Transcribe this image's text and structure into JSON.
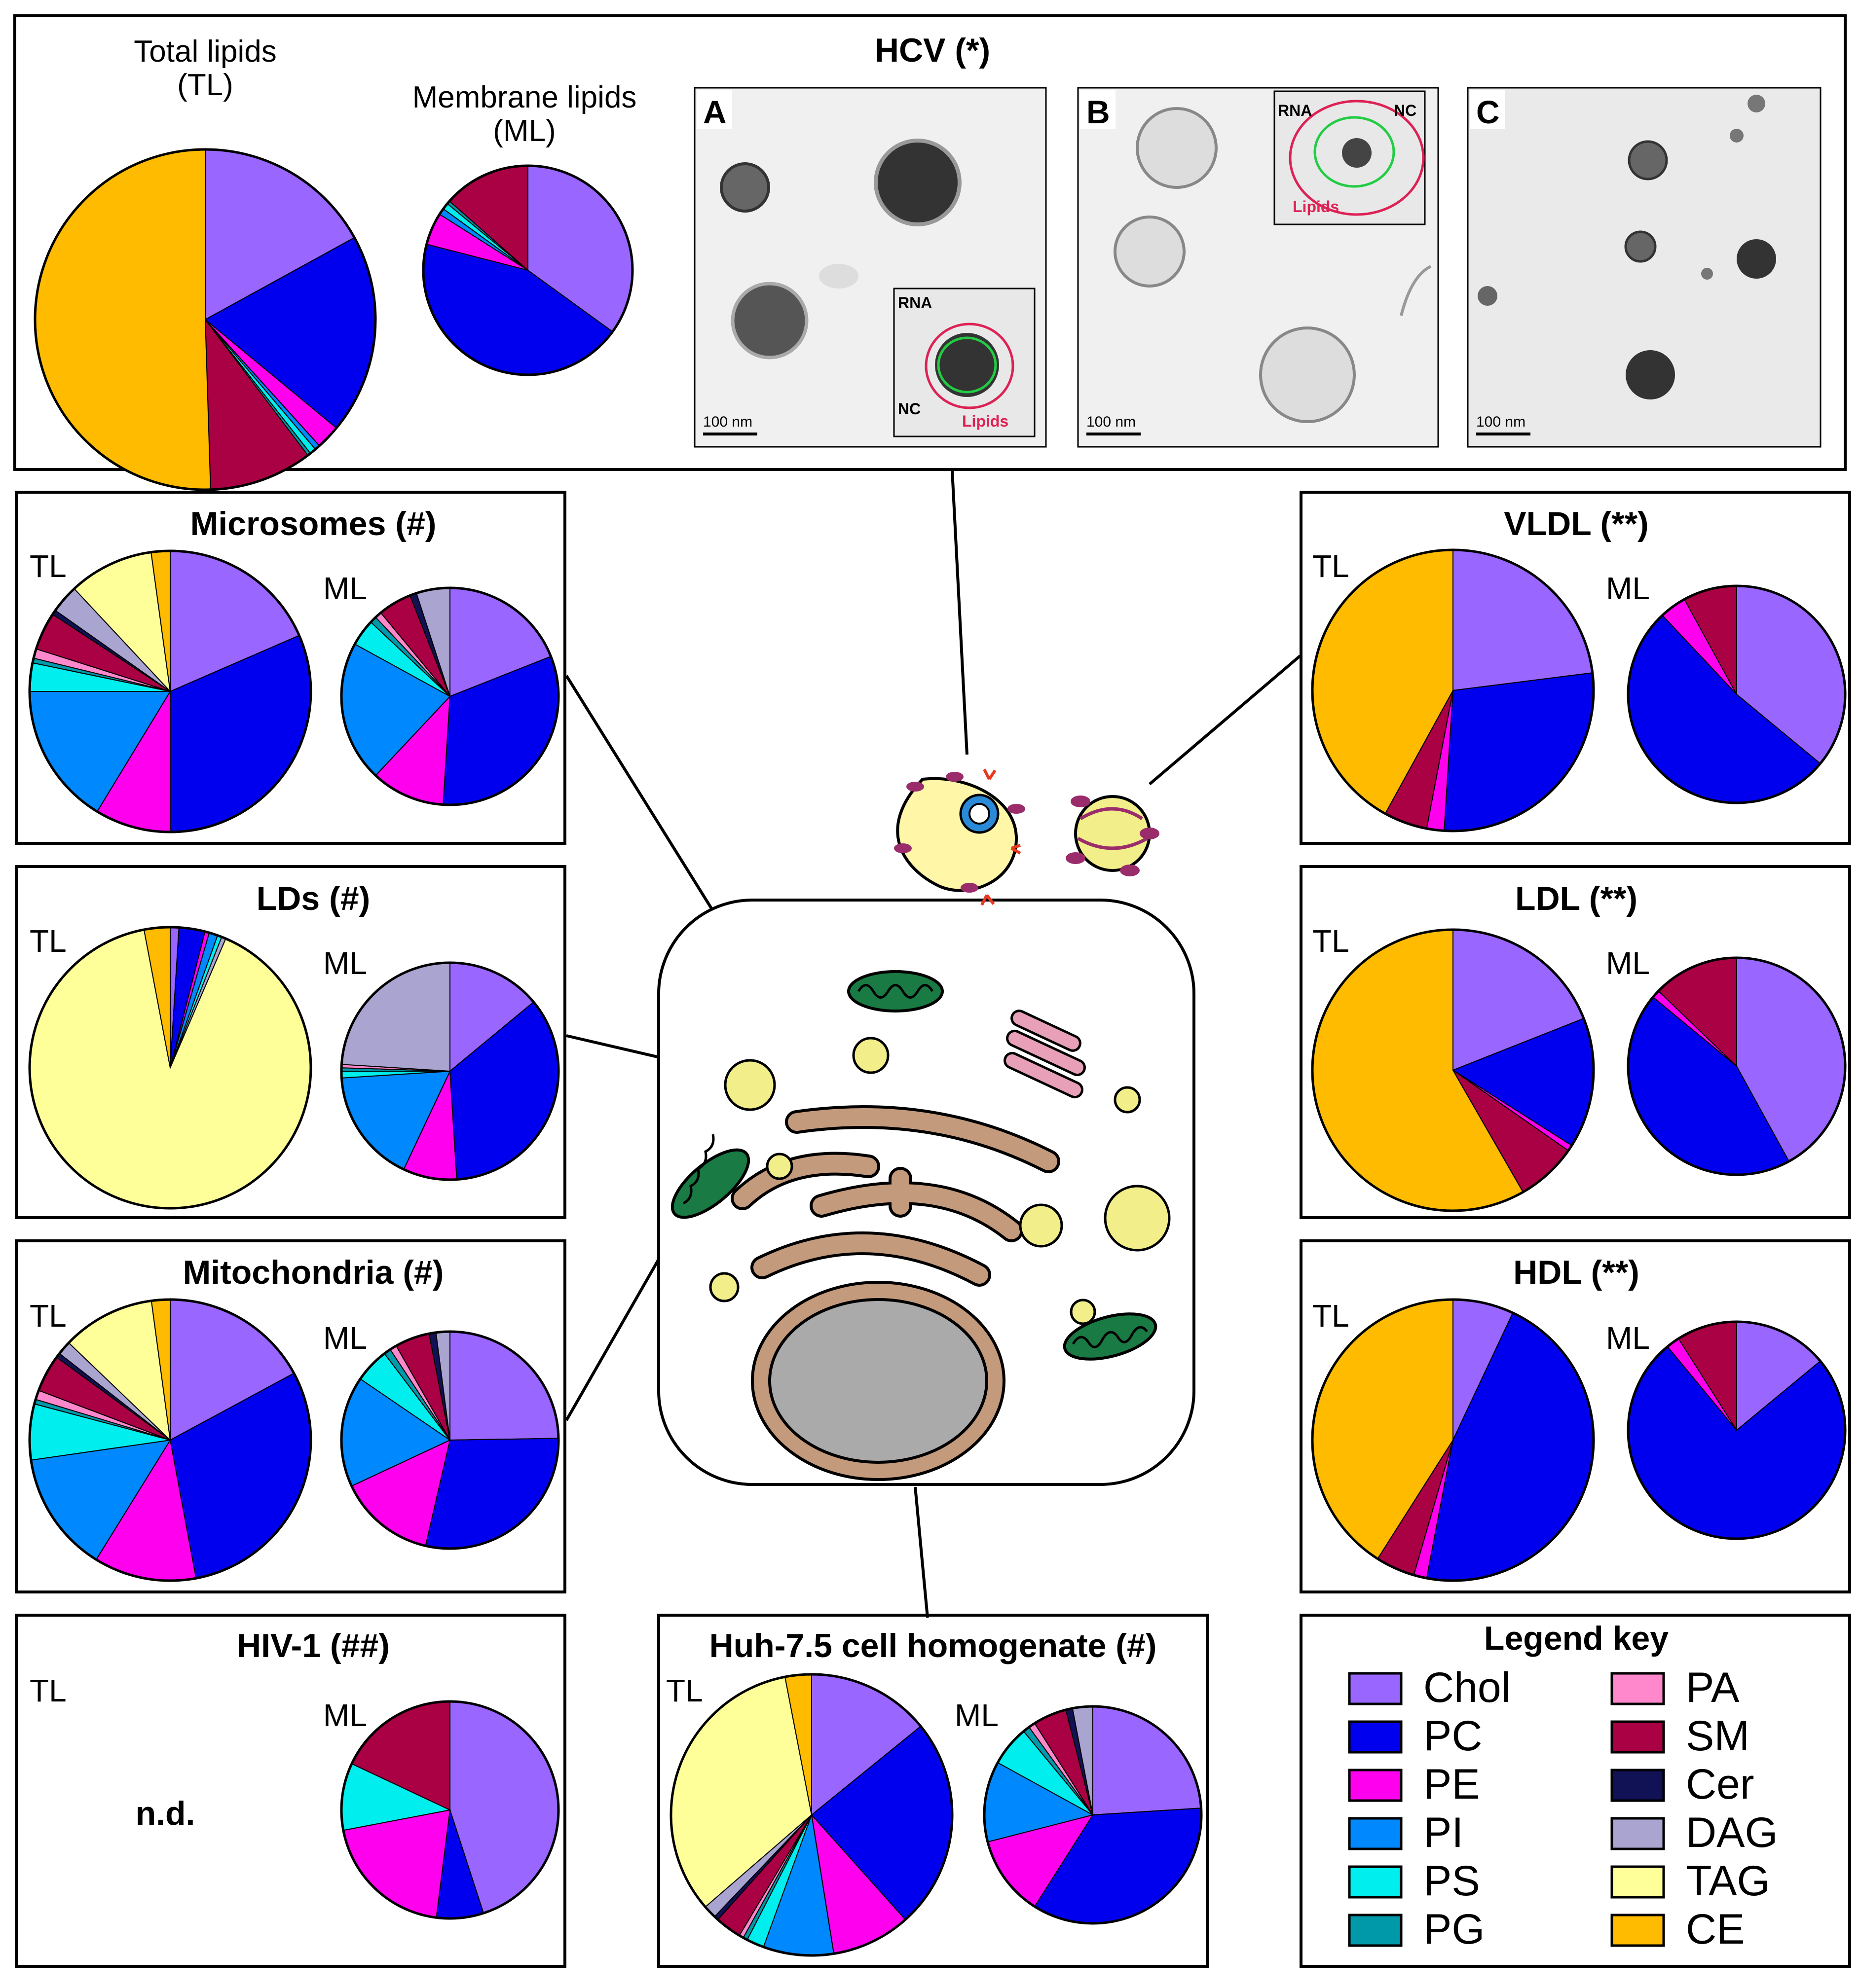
{
  "colors": {
    "Chol": "#9966ff",
    "PC": "#0000ee",
    "PE": "#ff00ee",
    "PI": "#0088ff",
    "PS": "#00eeee",
    "PG": "#0099aa",
    "PA": "#ff88cc",
    "SM": "#aa0044",
    "Cer": "#111155",
    "DAG": "#aaa4d0",
    "TAG": "#ffff99",
    "CE": "#ffbb00"
  },
  "hcv": {
    "title": "HCV (*)",
    "tl_label_line1": "Total lipids",
    "tl_label_line2": "(TL)",
    "ml_label_line1": "Membrane lipids",
    "ml_label_line2": "(ML)",
    "micrographs": [
      {
        "letter": "A",
        "scale": "100 nm",
        "labels": [
          "RNA",
          "NC",
          "Lipids"
        ]
      },
      {
        "letter": "B",
        "scale": "100 nm",
        "labels": [
          "RNA",
          "NC",
          "Lipids"
        ]
      },
      {
        "letter": "C",
        "scale": "100 nm",
        "labels": []
      }
    ]
  },
  "panels": {
    "microsomes": {
      "title": "Microsomes (#)",
      "tl": "TL",
      "ml": "ML"
    },
    "lds": {
      "title": "LDs (#)",
      "tl": "TL",
      "ml": "ML"
    },
    "mitochondria": {
      "title": "Mitochondria (#)",
      "tl": "TL",
      "ml": "ML"
    },
    "hiv": {
      "title": "HIV-1 (##)",
      "tl": "TL",
      "ml": "ML",
      "nd": "n.d."
    },
    "huh": {
      "title": "Huh-7.5 cell homogenate (#)",
      "tl": "TL",
      "ml": "ML"
    },
    "vldl": {
      "title": "VLDL (**)",
      "tl": "TL",
      "ml": "ML"
    },
    "ldl": {
      "title": "LDL (**)",
      "tl": "TL",
      "ml": "ML"
    },
    "hdl": {
      "title": "HDL (**)",
      "tl": "TL",
      "ml": "ML"
    }
  },
  "legend": {
    "title": "Legend key",
    "items": [
      "Chol",
      "PC",
      "PE",
      "PI",
      "PS",
      "PG",
      "PA",
      "SM",
      "Cer",
      "DAG",
      "TAG",
      "CE"
    ]
  },
  "chart_data": [
    {
      "type": "pie",
      "id": "hcv_tl",
      "labels": [
        "Chol",
        "PC",
        "PE",
        "PI",
        "PS",
        "PG",
        "PA",
        "SM",
        "Cer",
        "DAG",
        "TAG",
        "CE"
      ],
      "values": [
        17,
        19,
        2.3,
        0.5,
        0.6,
        0.3,
        0,
        9.8,
        0,
        0,
        0,
        50.5
      ]
    },
    {
      "type": "pie",
      "id": "hcv_ml",
      "labels": [
        "Chol",
        "PC",
        "PE",
        "PI",
        "PS",
        "PG",
        "PA",
        "SM",
        "Cer",
        "DAG",
        "TAG",
        "CE"
      ],
      "values": [
        35,
        44,
        5,
        1,
        1,
        0.5,
        0,
        13.5,
        0,
        0,
        0,
        0
      ]
    },
    {
      "type": "pie",
      "id": "mic_tl",
      "labels": [
        "Chol",
        "PC",
        "PE",
        "PI",
        "PS",
        "PG",
        "PA",
        "SM",
        "Cer",
        "DAG",
        "TAG",
        "CE"
      ],
      "values": [
        17,
        29,
        8,
        15,
        3,
        0.5,
        1,
        4,
        0.5,
        3,
        9,
        2
      ]
    },
    {
      "type": "pie",
      "id": "mic_ml",
      "labels": [
        "Chol",
        "PC",
        "PE",
        "PI",
        "PS",
        "PG",
        "PA",
        "SM",
        "Cer",
        "DAG",
        "TAG",
        "CE"
      ],
      "values": [
        19,
        32,
        11,
        21,
        4,
        1,
        1,
        5,
        1,
        5,
        0,
        0
      ]
    },
    {
      "type": "pie",
      "id": "lds_tl",
      "labels": [
        "Chol",
        "PC",
        "PE",
        "PI",
        "PS",
        "PG",
        "PA",
        "SM",
        "Cer",
        "DAG",
        "TAG",
        "CE"
      ],
      "values": [
        1,
        3,
        0.5,
        1,
        0.5,
        0,
        0,
        0,
        0,
        0.5,
        91,
        3
      ]
    },
    {
      "type": "pie",
      "id": "lds_ml",
      "labels": [
        "Chol",
        "PC",
        "PE",
        "PI",
        "PS",
        "PG",
        "PA",
        "SM",
        "Cer",
        "DAG",
        "TAG",
        "CE"
      ],
      "values": [
        14,
        35,
        8,
        17,
        1,
        0.5,
        0.5,
        0,
        0,
        24,
        0,
        0
      ]
    },
    {
      "type": "pie",
      "id": "mito_tl",
      "labels": [
        "Chol",
        "PC",
        "PE",
        "PI",
        "PS",
        "PG",
        "PA",
        "SM",
        "Cer",
        "DAG",
        "TAG",
        "CE"
      ],
      "values": [
        16,
        28,
        11,
        13,
        6,
        0.5,
        1,
        4,
        0.5,
        1.5,
        10,
        2
      ]
    },
    {
      "type": "pie",
      "id": "mito_ml",
      "labels": [
        "Chol",
        "PC",
        "PE",
        "PI",
        "PS",
        "PG",
        "PA",
        "SM",
        "Cer",
        "DAG",
        "TAG",
        "CE"
      ],
      "values": [
        24,
        28,
        14,
        16,
        5,
        1,
        1,
        5,
        1,
        2,
        0,
        0
      ]
    },
    {
      "type": "pie",
      "id": "hiv_ml",
      "labels": [
        "Chol",
        "PC",
        "PE",
        "PI",
        "PS",
        "PG",
        "PA",
        "SM",
        "Cer",
        "DAG",
        "TAG",
        "CE"
      ],
      "values": [
        45,
        7,
        20,
        0,
        10,
        0,
        0,
        18,
        0,
        0,
        0,
        0
      ]
    },
    {
      "type": "pie",
      "id": "huh_tl",
      "labels": [
        "Chol",
        "PC",
        "PE",
        "PI",
        "PS",
        "PG",
        "PA",
        "SM",
        "Cer",
        "DAG",
        "TAG",
        "CE"
      ],
      "values": [
        14,
        24,
        9,
        8,
        2,
        0.5,
        0.5,
        3,
        0.5,
        1.5,
        33,
        3
      ]
    },
    {
      "type": "pie",
      "id": "huh_ml",
      "labels": [
        "Chol",
        "PC",
        "PE",
        "PI",
        "PS",
        "PG",
        "PA",
        "SM",
        "Cer",
        "DAG",
        "TAG",
        "CE"
      ],
      "values": [
        24,
        35,
        12,
        12,
        6,
        1,
        1,
        5,
        1,
        3,
        0,
        0
      ]
    },
    {
      "type": "pie",
      "id": "vldl_tl",
      "labels": [
        "Chol",
        "PC",
        "PE",
        "PI",
        "PS",
        "PG",
        "PA",
        "SM",
        "Cer",
        "DAG",
        "TAG",
        "CE"
      ],
      "values": [
        23,
        28,
        2,
        0,
        0,
        0,
        0,
        5,
        0,
        0,
        0,
        42
      ]
    },
    {
      "type": "pie",
      "id": "vldl_ml",
      "labels": [
        "Chol",
        "PC",
        "PE",
        "PI",
        "PS",
        "PG",
        "PA",
        "SM",
        "Cer",
        "DAG",
        "TAG",
        "CE"
      ],
      "values": [
        36,
        52,
        4,
        0,
        0,
        0,
        0,
        8,
        0,
        0,
        0,
        0
      ]
    },
    {
      "type": "pie",
      "id": "ldl_tl",
      "labels": [
        "Chol",
        "PC",
        "PE",
        "PI",
        "PS",
        "PG",
        "PA",
        "SM",
        "Cer",
        "DAG",
        "TAG",
        "CE"
      ],
      "values": [
        19,
        15,
        0.7,
        0,
        0,
        0,
        0,
        7,
        0,
        0,
        0,
        58.3
      ]
    },
    {
      "type": "pie",
      "id": "ldl_ml",
      "labels": [
        "Chol",
        "PC",
        "PE",
        "PI",
        "PS",
        "PG",
        "PA",
        "SM",
        "Cer",
        "DAG",
        "TAG",
        "CE"
      ],
      "values": [
        42,
        44,
        1.2,
        0,
        0,
        0,
        0,
        12.8,
        0,
        0,
        0,
        0
      ]
    },
    {
      "type": "pie",
      "id": "hdl_tl",
      "labels": [
        "Chol",
        "PC",
        "PE",
        "PI",
        "PS",
        "PG",
        "PA",
        "SM",
        "Cer",
        "DAG",
        "TAG",
        "CE"
      ],
      "values": [
        7,
        46,
        1.5,
        0,
        0,
        0,
        0,
        4.5,
        0,
        0,
        0,
        41
      ]
    },
    {
      "type": "pie",
      "id": "hdl_ml",
      "labels": [
        "Chol",
        "PC",
        "PE",
        "PI",
        "PS",
        "PG",
        "PA",
        "SM",
        "Cer",
        "DAG",
        "TAG",
        "CE"
      ],
      "values": [
        14,
        75,
        2,
        0,
        0,
        0,
        0,
        9,
        0,
        0,
        0,
        0
      ]
    }
  ]
}
